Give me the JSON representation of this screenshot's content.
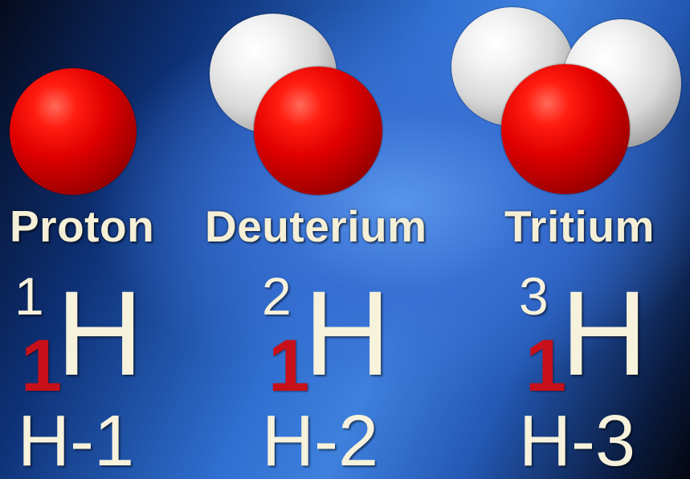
{
  "isotopes": [
    {
      "name": "Proton",
      "mass_number": "1",
      "symbol": "H",
      "atomic_number": "1",
      "code": "H-1",
      "protons": 1,
      "neutrons": 0
    },
    {
      "name": "Deuterium",
      "mass_number": "2",
      "symbol": "H",
      "atomic_number": "1",
      "code": "H-2",
      "protons": 1,
      "neutrons": 1
    },
    {
      "name": "Tritium",
      "mass_number": "3",
      "symbol": "H",
      "atomic_number": "1",
      "code": "H-3",
      "protons": 1,
      "neutrons": 2
    }
  ],
  "colors": {
    "proton": "#e00000",
    "neutron": "#e0e0e0",
    "text": "#f7f2dc",
    "atomic_number": "#c8101a",
    "background": "#2f6fd0"
  }
}
